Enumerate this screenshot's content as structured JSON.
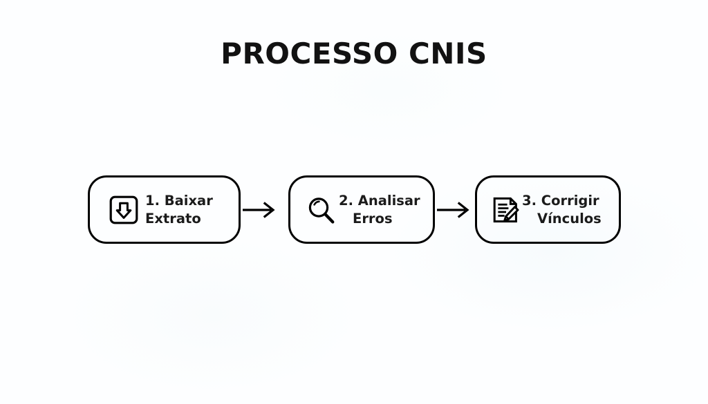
{
  "page": {
    "title": "PROCESSO CNIS",
    "background_color": "#fdfeff",
    "ink_color": "#000000",
    "text_color": "#1b1b1b"
  },
  "flow": {
    "steps": [
      {
        "icon": "download-icon",
        "line1": "1. Baixar",
        "line2": "Extrato",
        "label": "1. Baixar\nExtrato"
      },
      {
        "icon": "magnifier-icon",
        "line1": "2. Analisar",
        "line2": "Erros",
        "label": "2. Analisar\nErros"
      },
      {
        "icon": "document-pencil-icon",
        "line1": "3. Corrigir",
        "line2": "Vínculos",
        "label": "3. Corrigir\nVínculos"
      }
    ],
    "connectors": [
      {
        "name": "arrow-right-icon",
        "from": "1. Baixar Extrato",
        "to": "2. Analisar Erros"
      },
      {
        "name": "arrow-right-icon",
        "from": "2. Analisar Erros",
        "to": "3. Corrigir Vínculos"
      }
    ]
  }
}
